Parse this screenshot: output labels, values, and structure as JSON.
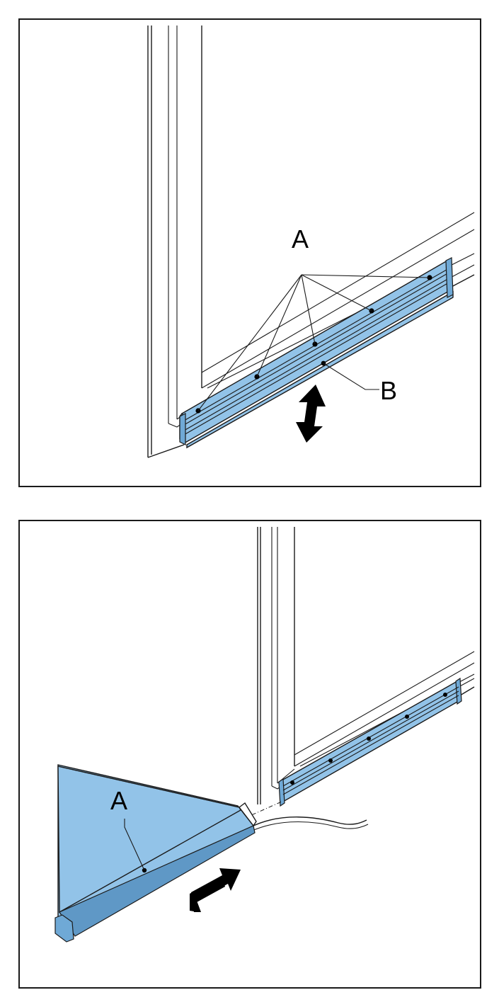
{
  "step1": {
    "callouts": [
      "A",
      "B"
    ],
    "gesture": "up-down-double-arrow-icon"
  },
  "step2": {
    "callouts": [
      "A"
    ],
    "gesture": "push-right-arrow-icon"
  },
  "colors": {
    "part_fill": "#92c3e8",
    "outline": "#1a1a1a",
    "background": "#ffffff"
  }
}
